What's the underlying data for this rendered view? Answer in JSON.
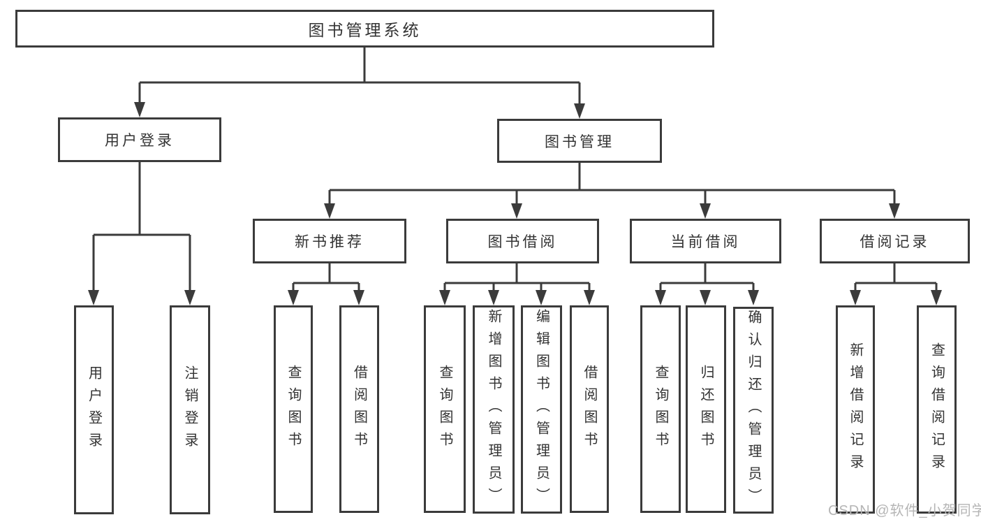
{
  "tree": {
    "label": "图书管理系统",
    "children": [
      {
        "label": "用户登录",
        "children": [
          {
            "label": "用户登录"
          },
          {
            "label": "注销登录"
          }
        ]
      },
      {
        "label": "图书管理",
        "children": [
          {
            "label": "新书推荐",
            "children": [
              {
                "label": "查询图书"
              },
              {
                "label": "借阅图书"
              }
            ]
          },
          {
            "label": "图书借阅",
            "children": [
              {
                "label": "查询图书"
              },
              {
                "label": "新增图书（管理员）"
              },
              {
                "label": "编辑图书（管理员）"
              },
              {
                "label": "借阅图书"
              }
            ]
          },
          {
            "label": "当前借阅",
            "children": [
              {
                "label": "查询图书"
              },
              {
                "label": "归还图书"
              },
              {
                "label": "确认归还（管理员）"
              }
            ]
          },
          {
            "label": "借阅记录",
            "children": [
              {
                "label": "新增借阅记录"
              },
              {
                "label": "查询借阅记录"
              }
            ]
          }
        ]
      }
    ]
  },
  "watermark": {
    "text": "CSDN @软件_小贺同学"
  },
  "colors": {
    "line": "#3b3b3b",
    "text": "#333333",
    "node_background": "#ffffff",
    "page_background": "#ffffff",
    "watermark": "#b5b5b5"
  }
}
